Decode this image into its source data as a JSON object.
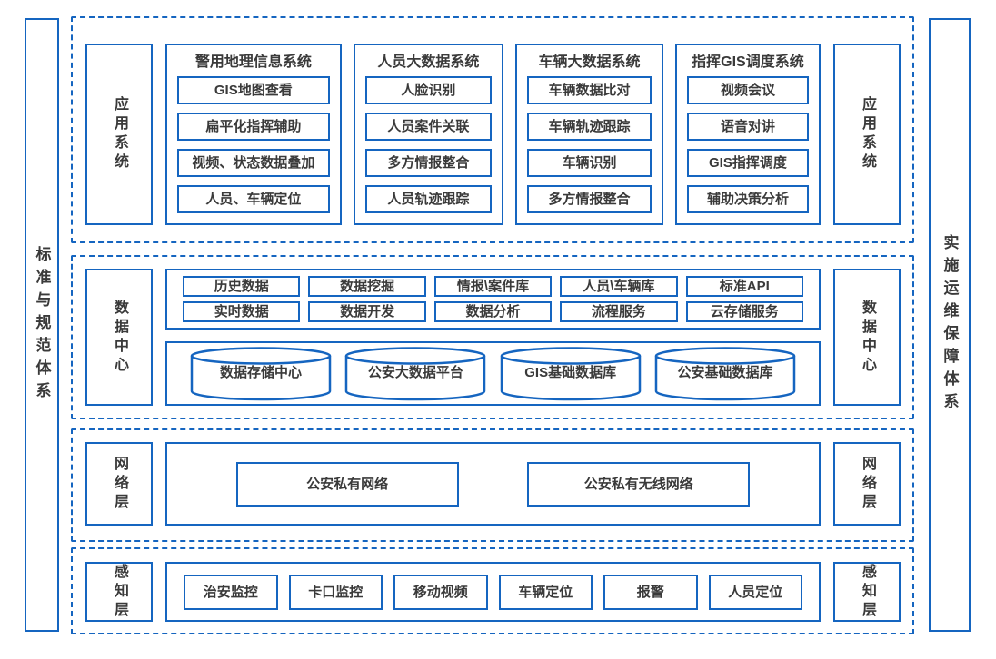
{
  "diagram": {
    "colors": {
      "border_blue": "#1565C0",
      "text_dark": "#3A3A3A"
    },
    "left_bar": {
      "label": "标准与规范体系"
    },
    "right_bar": {
      "label": "实施运维保障体系"
    },
    "app_layer": {
      "side_label": "应用系统",
      "panels": [
        {
          "title": "警用地理信息系统",
          "items": [
            "GIS地图查看",
            "扁平化指挥辅助",
            "视频、状态数据叠加",
            "人员、车辆定位"
          ]
        },
        {
          "title": "人员大数据系统",
          "items": [
            "人脸识别",
            "人员案件关联",
            "多方情报整合",
            "人员轨迹跟踪"
          ]
        },
        {
          "title": "车辆大数据系统",
          "items": [
            "车辆数据比对",
            "车辆轨迹跟踪",
            "车辆识别",
            "多方情报整合"
          ]
        },
        {
          "title": "指挥GIS调度系统",
          "items": [
            "视频会议",
            "语音对讲",
            "GIS指挥调度",
            "辅助决策分析"
          ]
        }
      ]
    },
    "data_layer": {
      "side_label": "数据中心",
      "services_row1": [
        "历史数据",
        "数据挖掘",
        "情报\\案件库",
        "人员\\车辆库",
        "标准API"
      ],
      "services_row2": [
        "实时数据",
        "数据开发",
        "数据分析",
        "流程服务",
        "云存储服务"
      ],
      "databases": [
        "数据存储中心",
        "公安大数据平台",
        "GIS基础数据库",
        "公安基础数据库"
      ]
    },
    "network_layer": {
      "side_label": "网络层",
      "items": [
        "公安私有网络",
        "公安私有无线网络"
      ]
    },
    "perception_layer": {
      "side_label": "感知层",
      "items": [
        "治安监控",
        "卡口监控",
        "移动视频",
        "车辆定位",
        "报警",
        "人员定位"
      ]
    }
  }
}
